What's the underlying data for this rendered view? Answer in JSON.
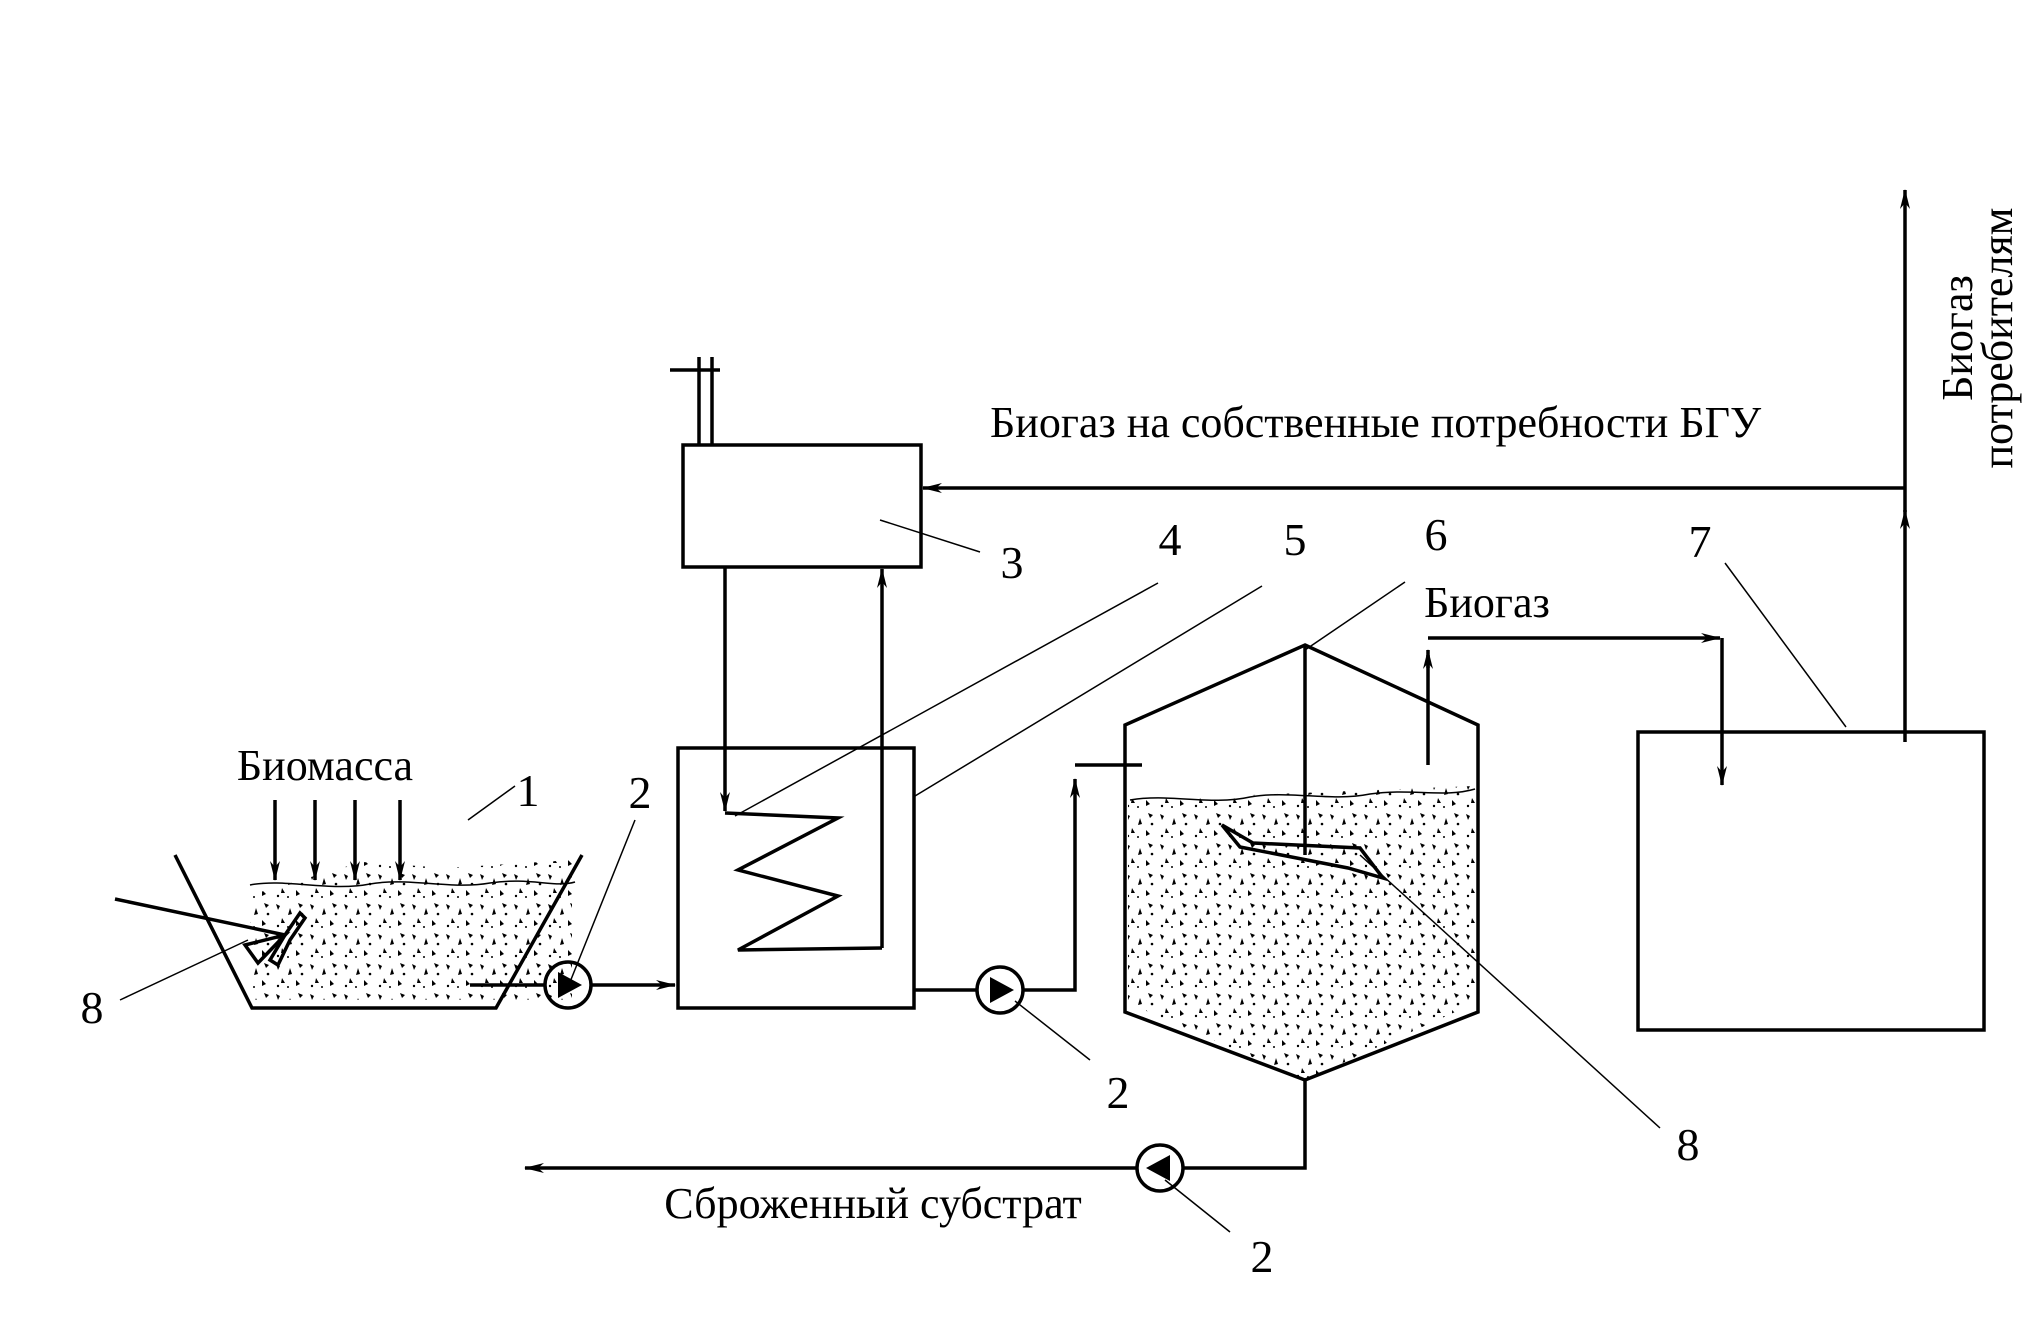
{
  "labels": {
    "biomass": "Биомасса",
    "biogas_own_needs": "Биогаз на собственные потребности БГУ",
    "biogas": "Биогаз",
    "biogas_consumers_line1": "Биогаз",
    "biogas_consumers_line2": "потребителям",
    "digested_substrate": "Сброженный субстрат"
  },
  "numbers": {
    "n1": "1",
    "n2a": "2",
    "n2b": "2",
    "n2c": "2",
    "n3": "3",
    "n4": "4",
    "n5": "5",
    "n6": "6",
    "n7": "7",
    "n8a": "8",
    "n8b": "8"
  }
}
